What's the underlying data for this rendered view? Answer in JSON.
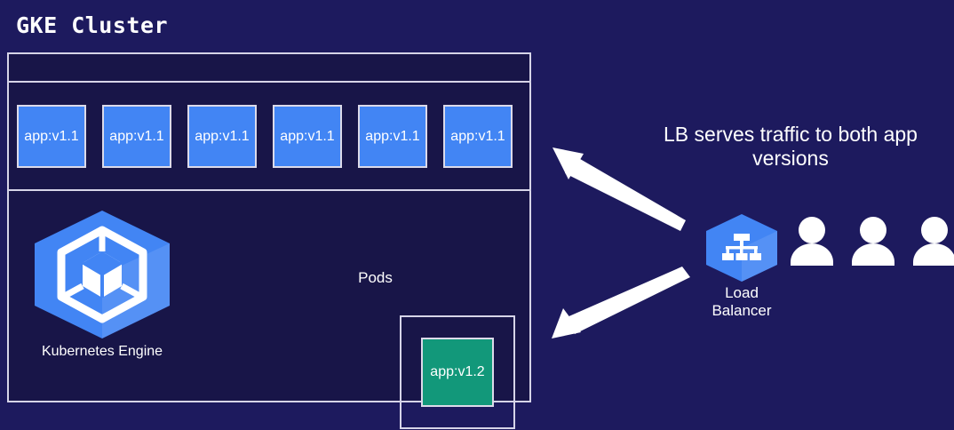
{
  "title": "GKE Cluster",
  "cluster": {
    "node_row": {
      "pods": [
        {
          "label": "app:v1.1"
        },
        {
          "label": "app:v1.1"
        },
        {
          "label": "app:v1.1"
        },
        {
          "label": "app:v1.1"
        },
        {
          "label": "app:v1.1"
        },
        {
          "label": "app:v1.1"
        }
      ]
    },
    "pods_caption": "Pods",
    "gke_logo": {
      "label": "Kubernetes Engine",
      "icon": "kubernetes-engine-hexagon-icon"
    },
    "new_version_pod": {
      "label": "app:v1.2"
    }
  },
  "right_panel": {
    "caption_line1": "LB serves traffic to both app",
    "caption_line2": "versions",
    "load_balancer": {
      "label_line1": "Load",
      "label_line2": "Balancer",
      "icon": "load-balancer-hexagon-icon"
    },
    "users": [
      {
        "icon": "user-icon"
      },
      {
        "icon": "user-icon"
      },
      {
        "icon": "user-icon"
      }
    ]
  },
  "colors": {
    "background": "#1d1a5e",
    "cluster_fill": "#181548",
    "border": "#d6d4e8",
    "pod_v1_1": "#4285f4",
    "pod_v1_2": "#12987a",
    "arrow": "#ffffff",
    "text": "#ffffff"
  }
}
